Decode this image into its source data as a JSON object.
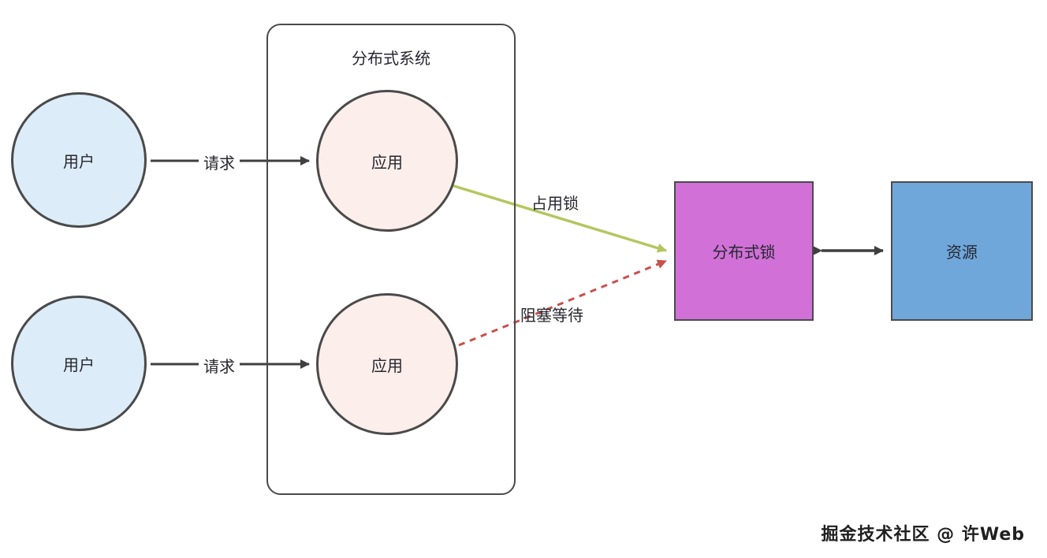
{
  "diagram": {
    "system_box": {
      "title": "分布式系统"
    },
    "nodes": {
      "user1": "用户",
      "user2": "用户",
      "app1": "应用",
      "app2": "应用",
      "lock": "分布式锁",
      "resource": "资源"
    },
    "edges": {
      "request1": "请求",
      "request2": "请求",
      "occupy": "占用锁",
      "wait": "阻塞等待"
    },
    "colors": {
      "user_fill": "#dcecf8",
      "app_fill": "#fceeea",
      "lock_fill": "#d171d8",
      "resource_fill": "#70a7db",
      "occupy_stroke": "#b4c75f",
      "wait_stroke": "#c8514a",
      "line_stroke": "#3f3f3f"
    }
  },
  "watermark": "掘金技术社区 @ 许Web"
}
